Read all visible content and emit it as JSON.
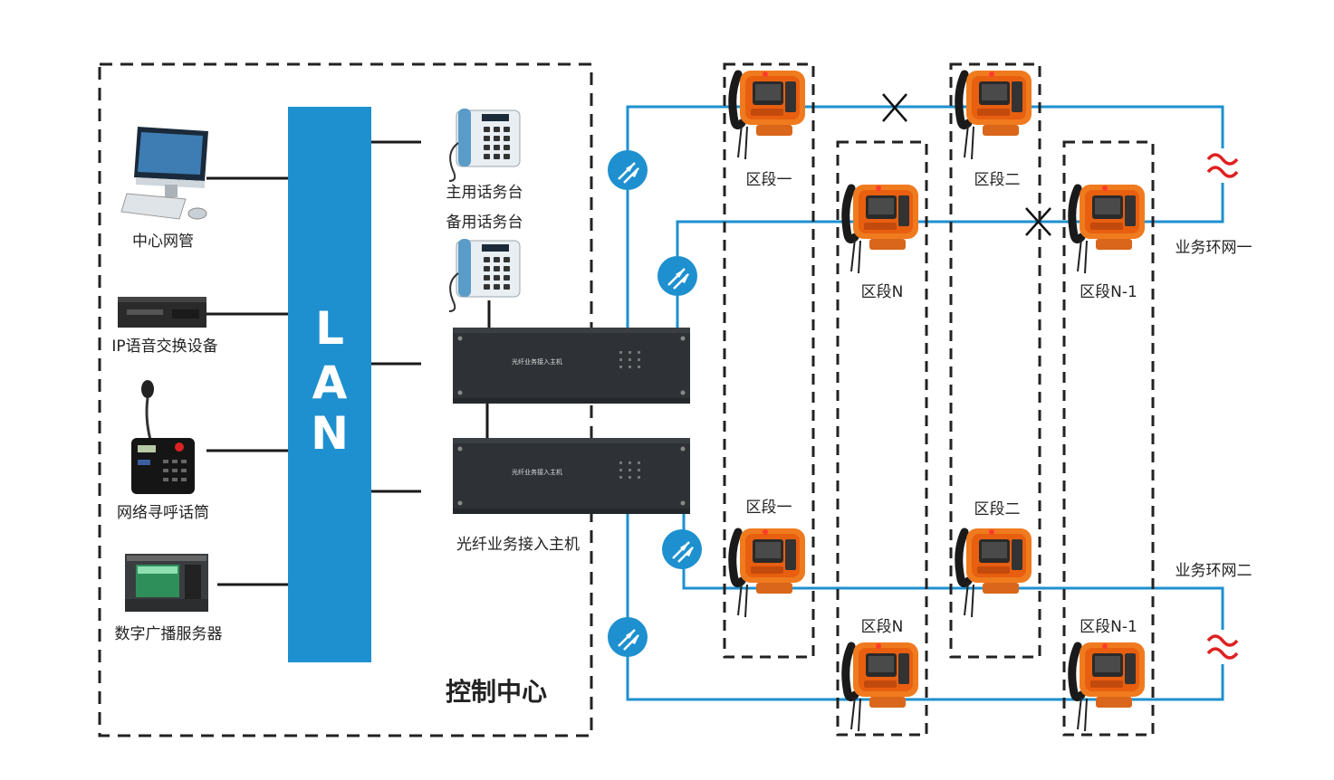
{
  "control_center": {
    "title": "控制中心",
    "lan_letters": [
      "L",
      "A",
      "N"
    ],
    "devices": [
      {
        "label": "中心网管",
        "icon": "computer-icon"
      },
      {
        "label": "IP语音交换设备",
        "icon": "voice-switch-icon"
      },
      {
        "label": "网络寻呼话筒",
        "icon": "paging-microphone-icon"
      },
      {
        "label": "数字广播服务器",
        "icon": "broadcast-server-icon"
      }
    ],
    "consoles": [
      {
        "label": "主用话务台",
        "icon": "desk-phone-icon"
      },
      {
        "label": "备用话务台",
        "icon": "desk-phone-icon"
      }
    ],
    "host": {
      "label": "光纤业务接入主机",
      "panel_text": "光纤业务接入主机",
      "icon": "rack-host-icon"
    }
  },
  "rings": [
    {
      "label": "业务环网一",
      "segments": [
        "区段一",
        "区段二",
        "区段N",
        "区段N-1"
      ]
    },
    {
      "label": "业务环网二",
      "segments": [
        "区段一",
        "区段二",
        "区段N",
        "区段N-1"
      ]
    }
  ],
  "colors": {
    "ring_line": "#1e90cf",
    "lan_bar": "#1e90cf",
    "phone_orange": "#f07a1e",
    "dashed_border": "#222222"
  }
}
